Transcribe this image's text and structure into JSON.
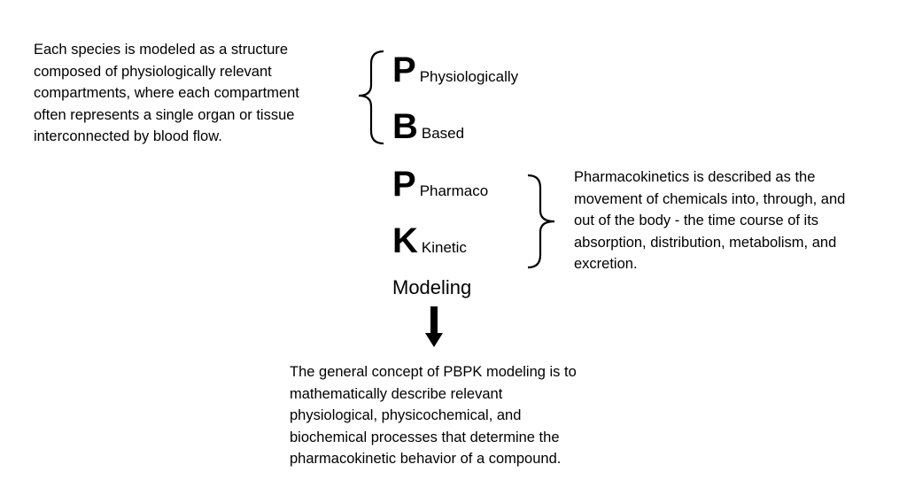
{
  "left_description": "Each species is modeled as a structure composed of physiologically relevant compartments, where each compartment often represents a single organ or tissue interconnected by blood flow.",
  "left_description_lines": [
    "Each species is modeled as a structure",
    "composed of physiologically relevant",
    "compartments, where each compartment",
    "often represents a single organ or tissue",
    "interconnected by blood flow."
  ],
  "acronym": [
    {
      "letter": "P",
      "word": "Physiologically"
    },
    {
      "letter": "B",
      "word": "Based"
    },
    {
      "letter": "P",
      "word": "Pharmaco"
    },
    {
      "letter": "K",
      "word": "Kinetic"
    }
  ],
  "modeling_label": "Modeling",
  "right_description_lines": [
    "Pharmacokinetics is described as the",
    "movement of chemicals into, through, and",
    "out of the body - the time course of its",
    "absorption, distribution, metabolism, and",
    "excretion."
  ],
  "bottom_description_lines": [
    "The general concept of PBPK modeling is to",
    "mathematically describe relevant",
    "physiological, physicochemical, and",
    "biochemical processes that determine the",
    "pharmacokinetic behavior of a compound."
  ]
}
